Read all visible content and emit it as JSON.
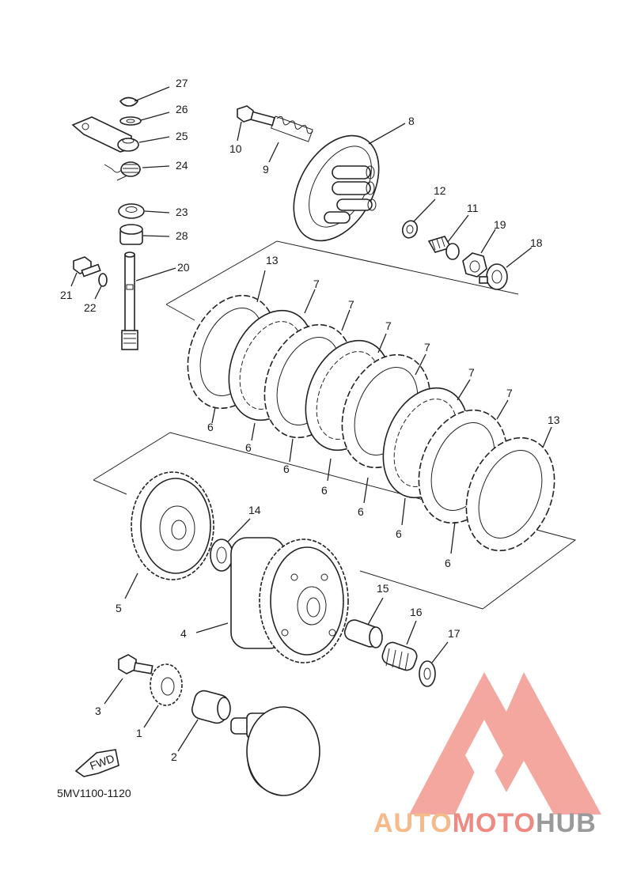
{
  "diagram_code": "5MV1100-1120",
  "fwd_label": "FWD",
  "watermark": {
    "part1": "AUTO",
    "part2": "MOTO",
    "part3": "HUB",
    "color_part1": "#f5b98a",
    "color_part2": "#ee8a82",
    "color_part3": "#9a9a9a",
    "logo_color": "#f08a80"
  },
  "parts": {
    "p1": "1",
    "p2": "2",
    "p3": "3",
    "p4": "4",
    "p5": "5",
    "p6": "6",
    "p7": "7",
    "p8": "8",
    "p9": "9",
    "p10": "10",
    "p11": "11",
    "p12": "12",
    "p13": "13",
    "p14": "14",
    "p15": "15",
    "p16": "16",
    "p17": "17",
    "p18": "18",
    "p19": "19",
    "p20": "20",
    "p21": "21",
    "p22": "22",
    "p23": "23",
    "p24": "24",
    "p25": "25",
    "p26": "26",
    "p27": "27",
    "p28": "28"
  }
}
